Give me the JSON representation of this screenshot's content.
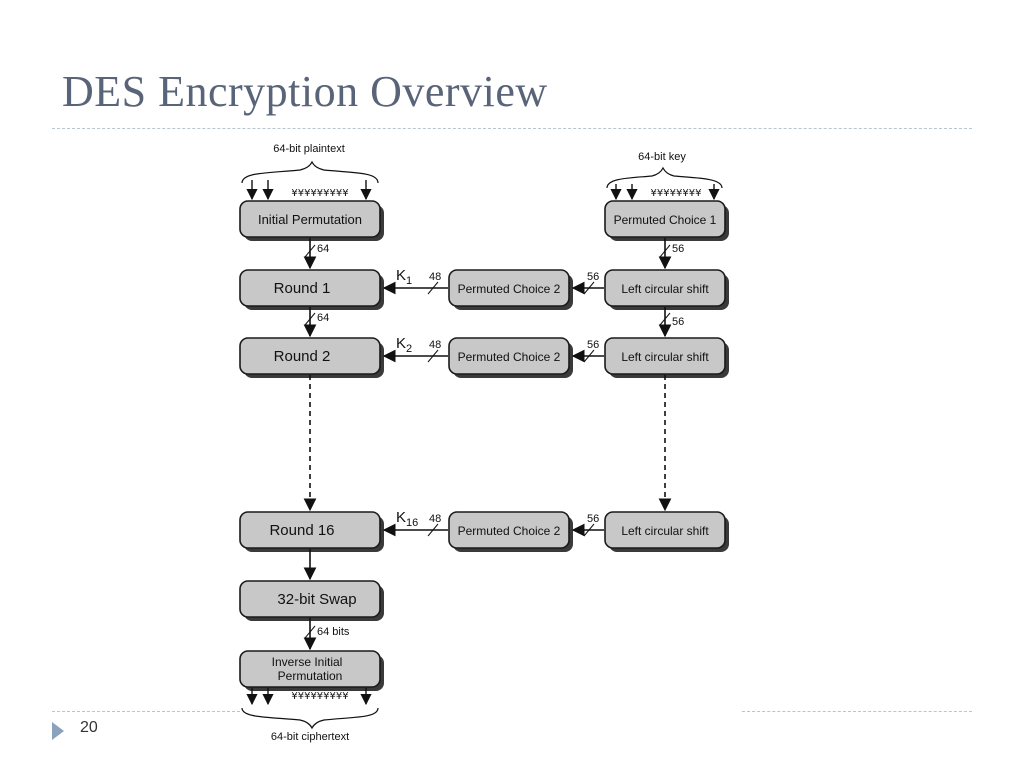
{
  "slide": {
    "title": "DES Encryption Overview",
    "page_number": "20"
  },
  "diagram": {
    "labels": {
      "plaintext": "64-bit plaintext",
      "key": "64-bit key",
      "ciphertext": "64-bit ciphertext"
    },
    "left_boxes": {
      "initial_permutation": "Initial Permutation",
      "round_1": "Round 1",
      "round_2": "Round 2",
      "round_16": "Round 16",
      "swap": "32-bit Swap",
      "inverse_1": "Inverse Initial",
      "inverse_2": "Permutation"
    },
    "key_boxes": {
      "permuted_choice_1": "Permuted Choice 1",
      "left_shift": "Left circular shift",
      "permuted_choice_2": "Permuted Choice 2"
    },
    "subkeys": {
      "k": "K",
      "k1_sub": "1",
      "k2_sub": "2",
      "k16_sub": "16"
    },
    "widths": {
      "w64": "64",
      "w56": "56",
      "w48": "48",
      "w64bits": "64 bits"
    }
  }
}
